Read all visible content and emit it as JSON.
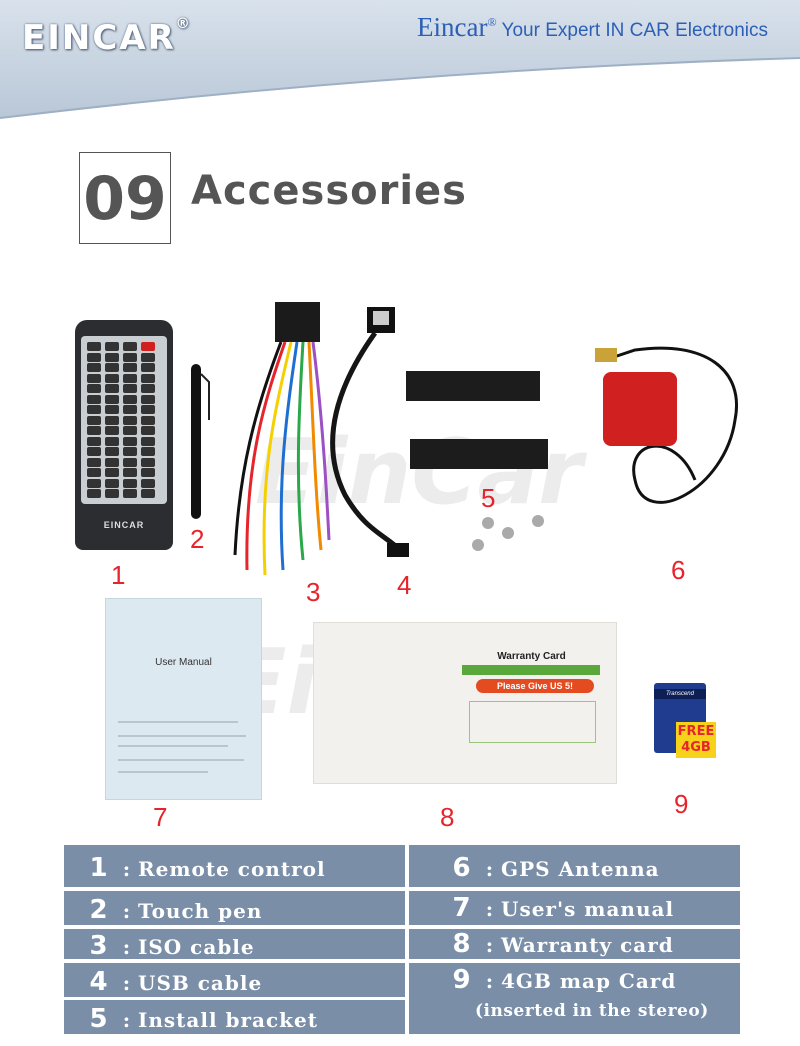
{
  "header": {
    "logo": "EINCAR",
    "logo_mark": "®",
    "tagline_brand": "Eincar",
    "tagline_brand_mark": "®",
    "tagline_rest": " Your Expert IN CAR Electronics",
    "bg_color": "#c5d1df",
    "accent_color": "#2c5fb6"
  },
  "section": {
    "number": "09",
    "title": "Accessories"
  },
  "products": {
    "labels": [
      "1",
      "2",
      "3",
      "4",
      "5",
      "6",
      "7",
      "8",
      "9"
    ],
    "remote_brand": "EINCAR",
    "manual_title": "User Manual",
    "card_title": "Warranty Card",
    "card_badge": "Please Give US 5!",
    "sd_brand": "Transcend",
    "free_badge_line1": "FREE",
    "free_badge_line2": "4GB",
    "label_color": "#e6242b"
  },
  "items": [
    {
      "num": "1",
      "label": "Remote control"
    },
    {
      "num": "2",
      "label": "Touch pen"
    },
    {
      "num": "3",
      "label": "ISO cable"
    },
    {
      "num": "4",
      "label": "USB cable"
    },
    {
      "num": "5",
      "label": "Install bracket"
    },
    {
      "num": "6",
      "label": "GPS Antenna"
    },
    {
      "num": "7",
      "label": "User's manual"
    },
    {
      "num": "8",
      "label": "Warranty card"
    },
    {
      "num": "9",
      "label": "4GB map Card",
      "sublabel": "(inserted in the stereo)"
    }
  ],
  "table_color": "#7a8ea8"
}
